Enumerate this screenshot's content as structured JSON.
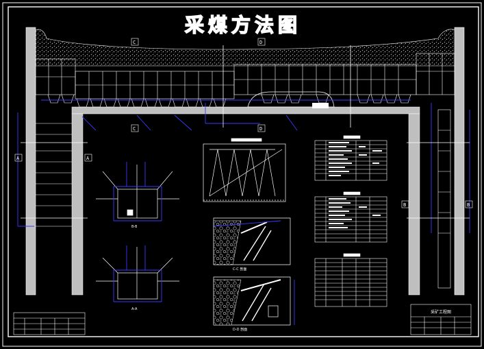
{
  "drawing": {
    "title": "采煤方法图",
    "section_labels": {
      "c_top": "C",
      "d_top": "D",
      "c_bottom": "C",
      "d_bottom": "D",
      "a_left": "A",
      "a_right": "A",
      "b_left": "B",
      "b_right": "B"
    },
    "view_captions": {
      "b_section": "B-B",
      "a_section": "A-A",
      "c_section": "C-C 剖面",
      "d_section": "D-D 剖面"
    },
    "title_block": {
      "name": "采矿工程图"
    },
    "colors": {
      "background": "#000000",
      "lines": "#ffffff",
      "dimensions": "#3a3aff",
      "pillars": "#bfbfbf"
    }
  }
}
